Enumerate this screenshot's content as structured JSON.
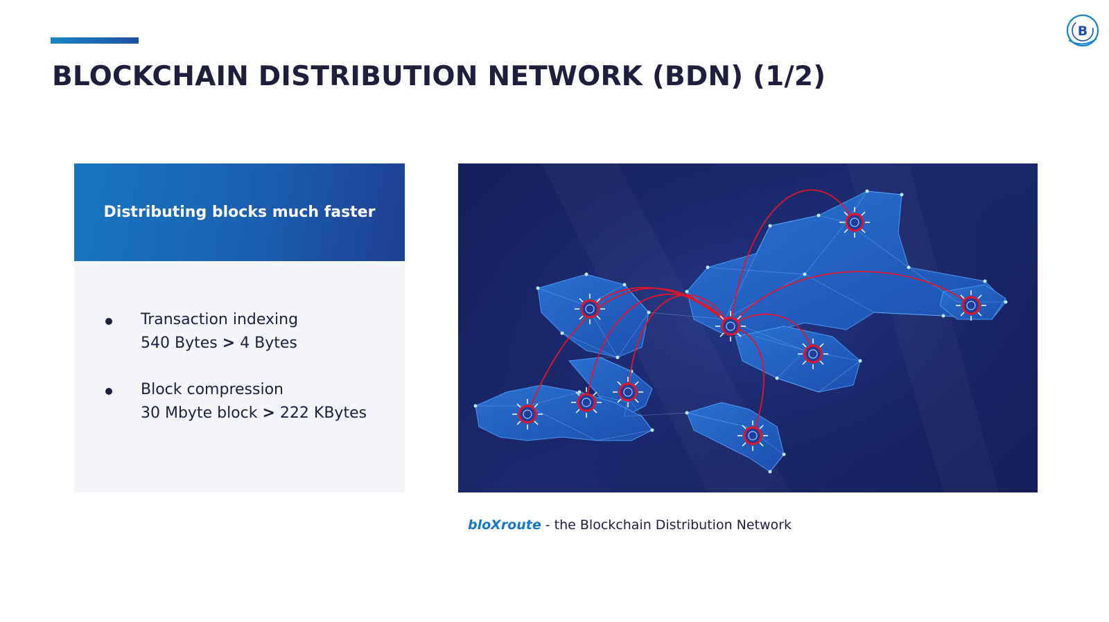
{
  "header": {
    "title": "BLOCKCHAIN DISTRIBUTION NETWORK (BDN) (1/2)",
    "logo_icon": "bloxroute-b-logo-icon",
    "accent_color": "#1a86c9"
  },
  "card": {
    "heading": "Distributing blocks much faster",
    "bullets": [
      {
        "line1": "Transaction indexing",
        "before": "540 Bytes ",
        "arrow": ">",
        "after": " 4 Bytes"
      },
      {
        "line1": "Block compression",
        "before": "30 Mbyte block ",
        "arrow": ">",
        "after": " 222 KBytes"
      }
    ]
  },
  "figure": {
    "image_icon": "world-network-map-icon",
    "caption_brand": "bloXroute",
    "caption_rest": " - the Blockchain Distribution Network"
  },
  "colors": {
    "title": "#1d1f3d",
    "card_head_start": "#1877c1",
    "card_head_end": "#1e3f93",
    "card_body": "#f4f5f9",
    "map_bg": "#15205a",
    "route": "#e0162b",
    "brand": "#1877c1"
  }
}
